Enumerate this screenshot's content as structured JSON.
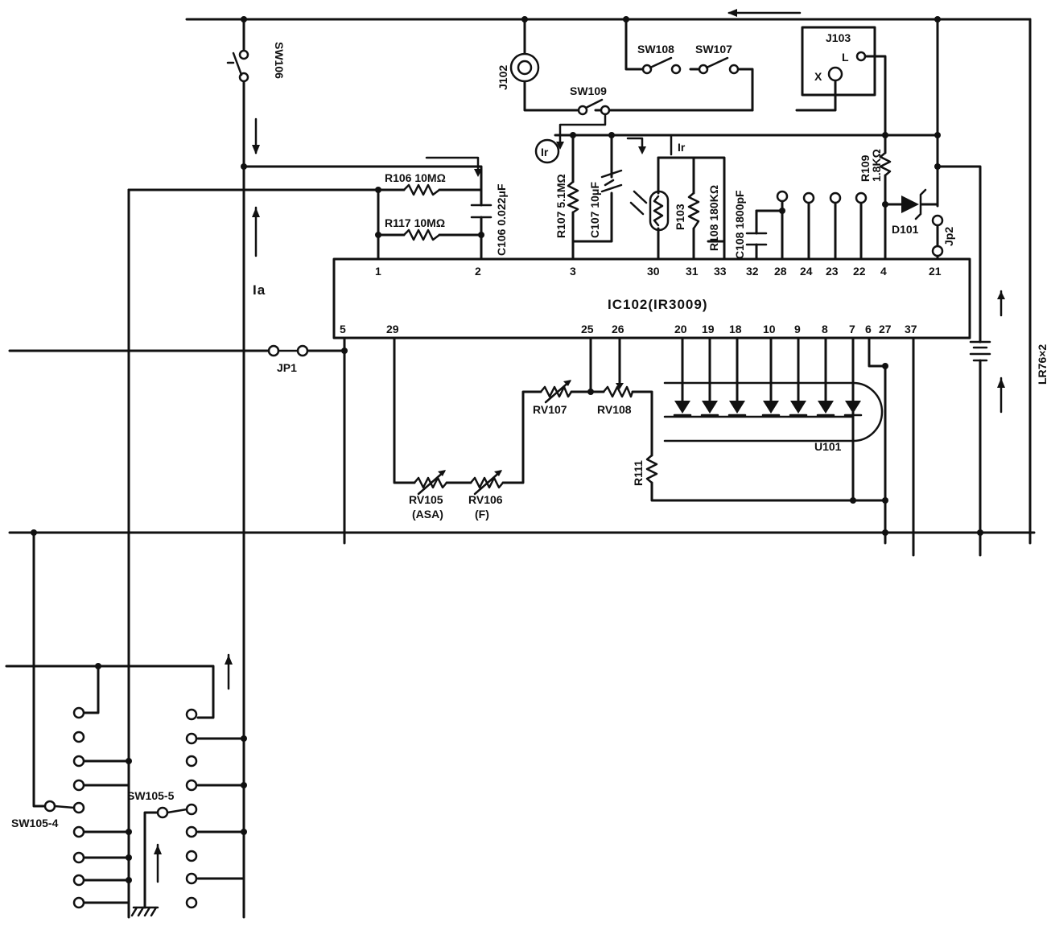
{
  "ic": {
    "name": "IC102(IR3009)"
  },
  "ic_pins_top": [
    "1",
    "2",
    "3",
    "30",
    "31",
    "33",
    "32",
    "28",
    "24",
    "23",
    "22",
    "4",
    "21"
  ],
  "ic_pins_bottom": [
    "5",
    "29",
    "25",
    "26",
    "20",
    "19",
    "18",
    "10",
    "9",
    "8",
    "7",
    "6",
    "27",
    "37"
  ],
  "labels": {
    "sw106": "SW106",
    "j102": "J102",
    "sw108": "SW108",
    "sw107": "SW107",
    "j103": "J103",
    "j103_l": "L",
    "j103_x": "X",
    "sw109": "SW109",
    "r106": "R106 10MΩ",
    "r117": "R117 10MΩ",
    "c106": "C106 0.022μF",
    "r107": "R107 5.1MΩ",
    "c107": "C107 10μF",
    "p103": "P103",
    "r108": "R108 180KΩ",
    "c108": "C108 1800pF",
    "r109": "R109",
    "r109_val": "1.8KΩ",
    "d101": "D101",
    "jp2": "Jp2",
    "ia": "Ia",
    "ir": "Ir",
    "lr76": "LR76×2",
    "jp1": "JP1",
    "rv107": "RV107",
    "rv108": "RV108",
    "rv105": "RV105",
    "rv105_sub": "(ASA)",
    "rv106": "RV106",
    "rv106_sub": "(F)",
    "r111": "R111",
    "u101": "U101",
    "sw105_4": "SW105-4",
    "sw105_5": "SW105-5"
  }
}
